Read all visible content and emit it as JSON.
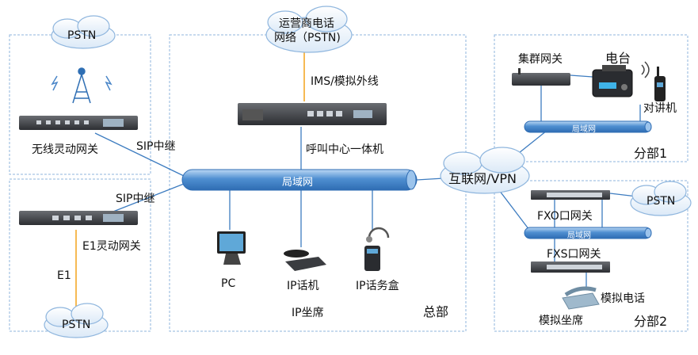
{
  "clouds": {
    "pstn_wireless": "PSTN",
    "carrier_line1": "运营商电话",
    "carrier_line2": "网络（PSTN)",
    "internet": "互联网/VPN",
    "pstn_branch2": "PSTN",
    "pstn_e1": "PSTN"
  },
  "hq": {
    "trunk_label": "IMS/模拟外线",
    "callcenter": "呼叫中心一体机",
    "lan": "局域网",
    "pc": "PC",
    "ip_phone": "IP话机",
    "ip_box": "IP话务盒",
    "ip_seat": "IP坐席",
    "name": "总部"
  },
  "left_top": {
    "device": "无线灵动网关",
    "sip": "SIP中继"
  },
  "left_bottom": {
    "sip": "SIP中继",
    "device": "E1灵动网关",
    "e1": "E1"
  },
  "branch1": {
    "cluster_gw": "集群网关",
    "radio_station": "电台",
    "walkie_talkie": "对讲机",
    "lan": "局域网",
    "name": "分部1"
  },
  "branch2": {
    "fxo": "FXO口网关",
    "lan": "局域网",
    "fxs": "FXS口网关",
    "analog_phone": "模拟电话",
    "analog_seat": "模拟坐席",
    "name": "分部2"
  },
  "colors": {
    "bus": "#4a86c8",
    "bus_light": "#9cc4ec",
    "dashed": "#7aa9d6",
    "trunk": "#f3a829",
    "link": "#3d7cc0"
  }
}
